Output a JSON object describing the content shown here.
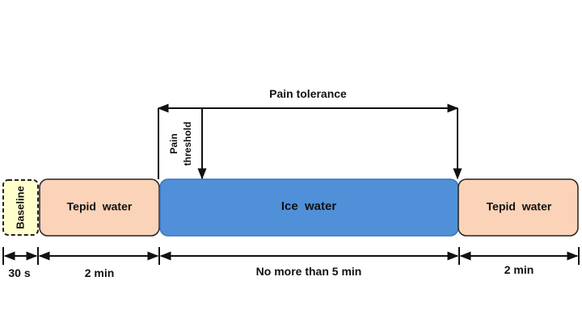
{
  "phases": {
    "baseline": {
      "label": "Baseline",
      "fill": "#FFFFCC"
    },
    "tepid_1": {
      "label": "Tepid  water",
      "fill": "#FAD3B8"
    },
    "ice": {
      "label": "Ice  water",
      "fill": "#5090D8"
    },
    "tepid_2": {
      "label": "Tepid  water",
      "fill": "#FAD3B8"
    }
  },
  "durations": {
    "baseline": "30 s",
    "tepid_1": "2 min",
    "ice": "No more than 5 min",
    "tepid_2": "2 min"
  },
  "markers": {
    "pain_tolerance": "Pain tolerance",
    "pain_threshold_line1": "Pain",
    "pain_threshold_line2": "threshold"
  },
  "colors": {
    "stroke": "#222222",
    "text": "#111111"
  }
}
